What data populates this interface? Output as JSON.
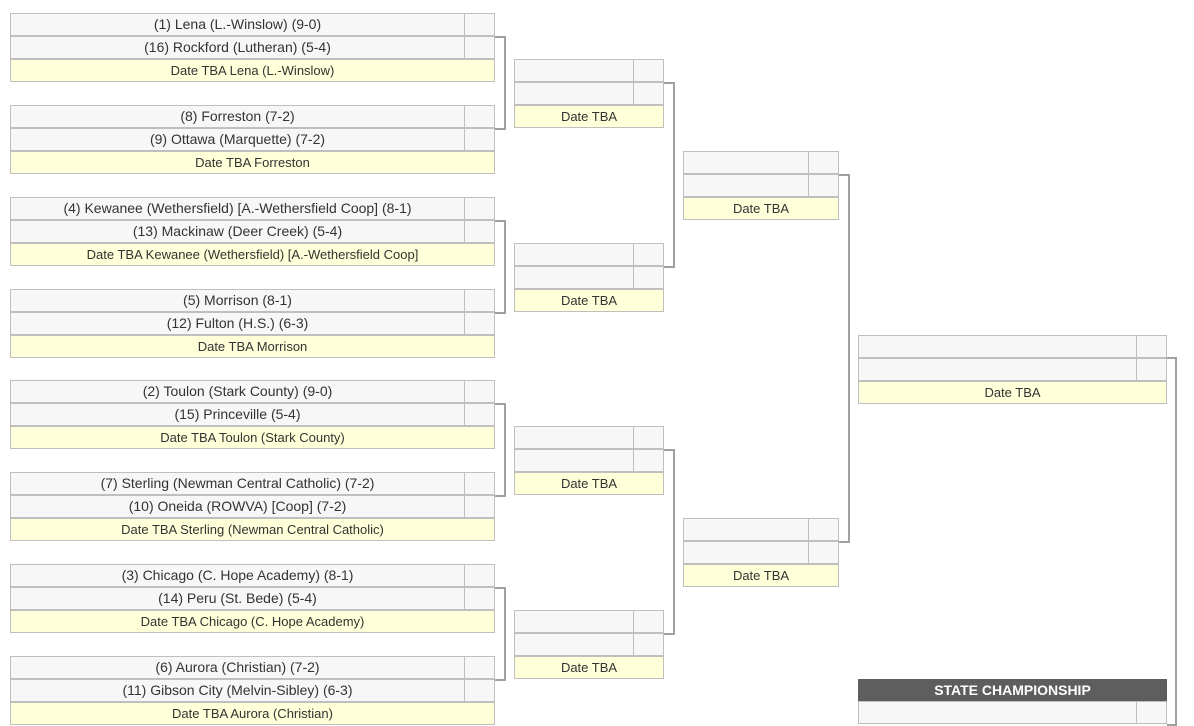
{
  "rounds": [
    {
      "games": [
        {
          "top": "(1) Lena (L.-Winslow) (9-0)",
          "bottom": "(16) Rockford (Lutheran) (5-4)",
          "date": "Date TBA Lena (L.-Winslow)"
        },
        {
          "top": "(8) Forreston (7-2)",
          "bottom": "(9) Ottawa (Marquette) (7-2)",
          "date": "Date TBA Forreston"
        },
        {
          "top": "(4) Kewanee (Wethersfield) [A.-Wethersfield Coop] (8-1)",
          "bottom": "(13) Mackinaw (Deer Creek) (5-4)",
          "date": "Date TBA Kewanee (Wethersfield) [A.-Wethersfield Coop]"
        },
        {
          "top": "(5) Morrison (8-1)",
          "bottom": "(12) Fulton (H.S.) (6-3)",
          "date": "Date TBA Morrison"
        },
        {
          "top": "(2) Toulon (Stark County) (9-0)",
          "bottom": "(15) Princeville (5-4)",
          "date": "Date TBA Toulon (Stark County)"
        },
        {
          "top": "(7) Sterling (Newman Central Catholic) (7-2)",
          "bottom": "(10) Oneida (ROWVA) [Coop] (7-2)",
          "date": "Date TBA Sterling (Newman Central Catholic)"
        },
        {
          "top": "(3) Chicago (C. Hope Academy) (8-1)",
          "bottom": "(14) Peru (St. Bede) (5-4)",
          "date": "Date TBA Chicago (C. Hope Academy)"
        },
        {
          "top": "(6) Aurora (Christian) (7-2)",
          "bottom": "(11) Gibson City (Melvin-Sibley) (6-3)",
          "date": "Date TBA Aurora (Christian)"
        }
      ]
    },
    {
      "games": [
        {
          "top": "",
          "bottom": "",
          "date": "Date TBA"
        },
        {
          "top": "",
          "bottom": "",
          "date": "Date TBA"
        },
        {
          "top": "",
          "bottom": "",
          "date": "Date TBA"
        },
        {
          "top": "",
          "bottom": "",
          "date": "Date TBA"
        }
      ]
    },
    {
      "games": [
        {
          "top": "",
          "bottom": "",
          "date": "Date TBA"
        },
        {
          "top": "",
          "bottom": "",
          "date": "Date TBA"
        }
      ]
    },
    {
      "games": [
        {
          "top": "",
          "bottom": "",
          "date": "Date TBA"
        }
      ]
    }
  ],
  "championship": {
    "title": "STATE CHAMPIONSHIP",
    "team": ""
  },
  "colors": {
    "team_bg": "#f7f7f7",
    "date_bg": "#ffffd9",
    "border": "#bfbfbf",
    "header_bg": "#5e5e5e",
    "text": "#333333"
  }
}
